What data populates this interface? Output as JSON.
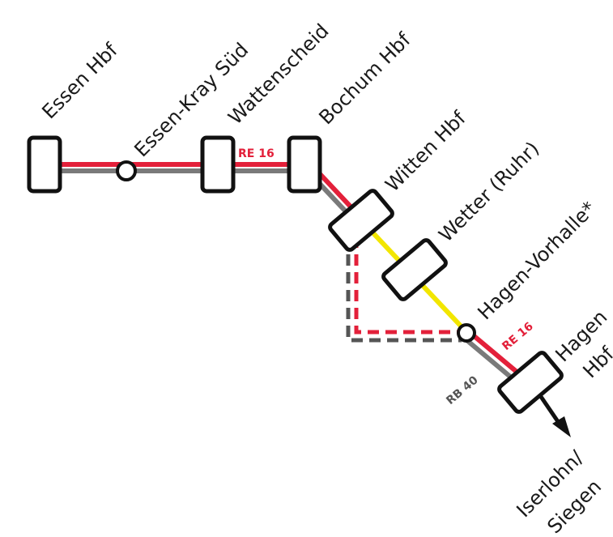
{
  "map": {
    "colors": {
      "re16": "#e3203a",
      "rb40": "#7a7a7a",
      "yellow_segment": "#f2e600",
      "station_stroke": "#111111",
      "station_fill": "#ffffff",
      "text": "#1a1a1a"
    },
    "stations": [
      "Essen Hbf",
      "Essen-Kray Süd",
      "Wattenscheid",
      "Bochum Hbf",
      "Witten Hbf",
      "Wetter (Ruhr)",
      "Hagen-Vorhalle*",
      "Hagen",
      "Hbf"
    ],
    "line_labels": {
      "re16_top": "RE 16",
      "re16_lower": "RE 16",
      "rb40": "RB 40"
    },
    "destination": {
      "line1": "Iserlohn/",
      "line2": "Siegen"
    },
    "icons": [
      "arrow-icon"
    ]
  }
}
